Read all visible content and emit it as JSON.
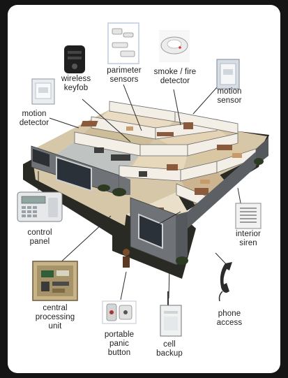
{
  "labels": {
    "wireless_keyfob": "wireless\nkeyfob",
    "perimeter_sensors": "parimeter\nsensors",
    "smoke_fire_detector": "smoke / fire\ndetector",
    "motion_sensor": "motion\nsensor",
    "motion_detector": "motion\ndetector",
    "control_panel": "control\npanel",
    "interior_siren": "interior\nsiren",
    "central_processing_unit": "central\nprocessing\nunit",
    "phone_access": "phone\naccess",
    "portable_panic_button": "portable\npanic\nbutton",
    "cell_backup": "cell\nbackup"
  }
}
